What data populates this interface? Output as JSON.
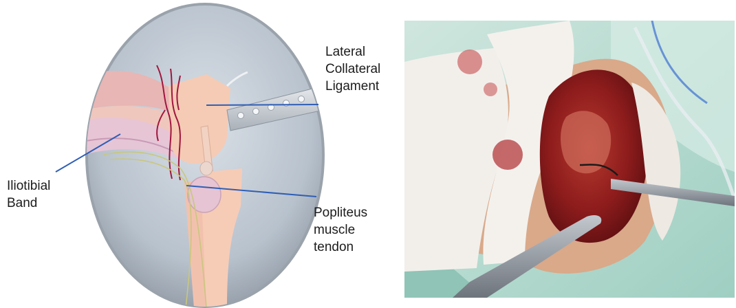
{
  "diagram": {
    "labels": {
      "lateral_collateral_ligament": "Lateral\nCollateral\nLigament",
      "iliotibial_band": "Iliotibial\nBand",
      "popliteus_muscle_tendon": "Popliteus\nmuscle\ntendon"
    },
    "colors": {
      "leader_line": "#2f5eb5",
      "bone": "#f5cbb5",
      "vessel": "#a0163e",
      "retractor": "#c9ced4",
      "oval_background": "#bfc8d2"
    }
  },
  "photo": {
    "subject": "surgical-field-photo",
    "colors": {
      "drape": "#bfe0d6",
      "gauze": "#f2efeb",
      "tissue": "#8e1c1c",
      "instrument": "#8a8f96"
    }
  }
}
